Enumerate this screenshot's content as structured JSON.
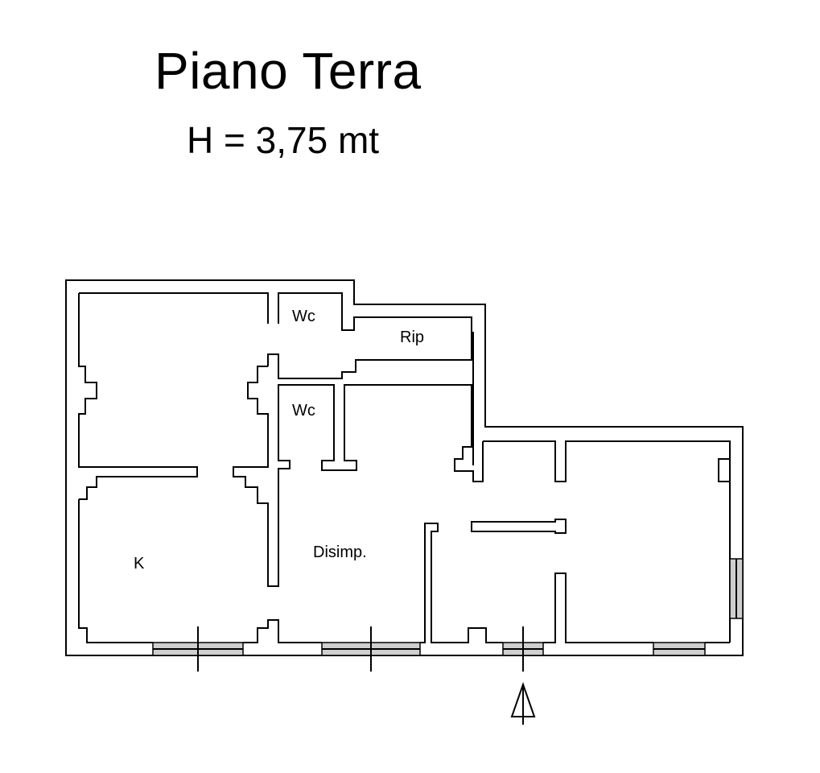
{
  "header": {
    "title": "Piano Terra",
    "subtitle": "H = 3,75 mt"
  },
  "rooms": {
    "wc_upper": "Wc",
    "rip": "Rip",
    "wc_lower": "Wc",
    "kitchen": "K",
    "disimp": "Disimp."
  }
}
